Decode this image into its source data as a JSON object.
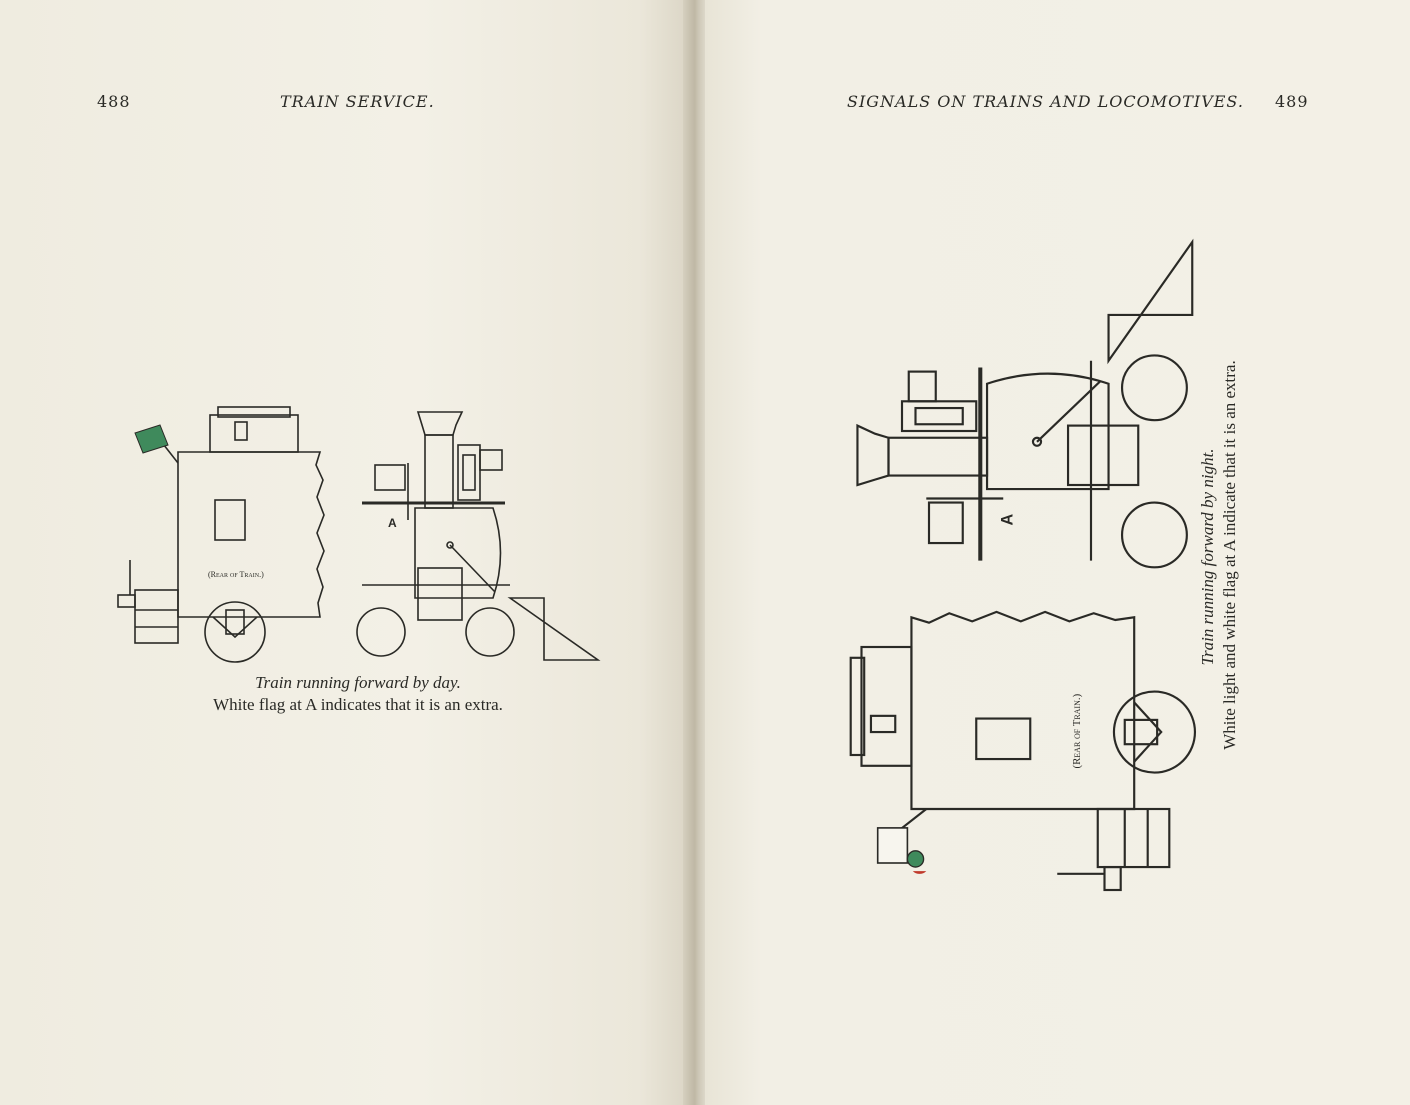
{
  "left_page": {
    "page_number": "488",
    "running_head": "TRAIN SERVICE.",
    "figure_label_rear": "(Rear of Train.)",
    "figure_marker": "A",
    "caption_italic": "Train running forward by day.",
    "caption": "White flag at A indicates that it is an extra."
  },
  "right_page": {
    "page_number": "489",
    "running_head": "SIGNALS ON TRAINS AND LOCOMOTIVES.",
    "figure_label_rear": "(Rear of Train.)",
    "figure_marker": "A",
    "caption_italic": "Train running forward by night.",
    "caption": "White light and white flag at A indicate that it is an extra."
  },
  "colors": {
    "paper": "#f0ede2",
    "ink": "#2a2a26",
    "green_flag": "#3f8a5c",
    "red_light": "#c0392b"
  }
}
